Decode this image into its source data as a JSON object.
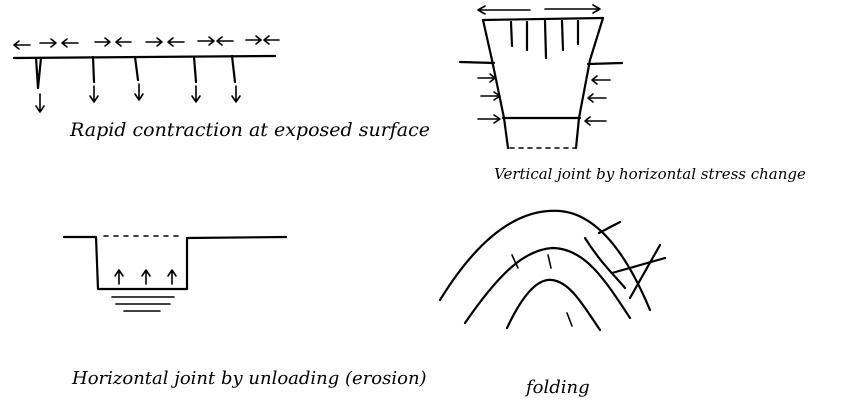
{
  "captions": {
    "rapid_contraction": "Rapid contraction at exposed surface",
    "vertical_joint": "Vertical joint by horizontal stress change",
    "horizontal_joint": "Horizontal joint by unloading (erosion)",
    "folding": "folding"
  }
}
